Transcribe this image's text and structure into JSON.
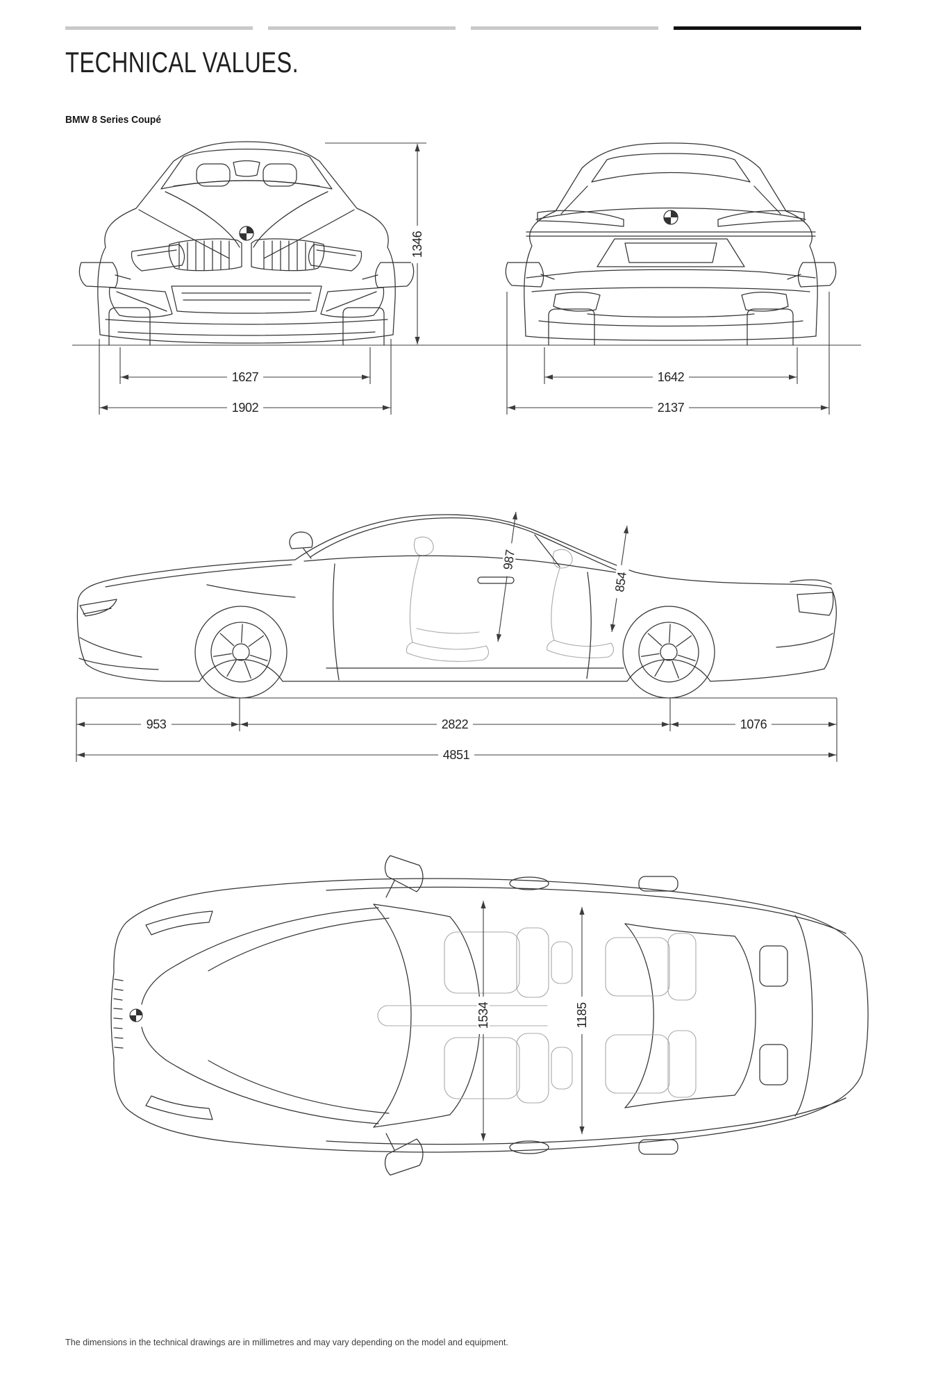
{
  "header": {
    "title": "TECHNICAL VALUES.",
    "subtitle": "BMW 8 Series Coupé",
    "pagination": {
      "bars": [
        {
          "active": false
        },
        {
          "active": false
        },
        {
          "active": false
        },
        {
          "active": true
        }
      ]
    }
  },
  "diagram": {
    "unit_note": "The dimensions in the technical drawings are in millimetres and may vary depending on the model and equipment.",
    "front_view": {
      "height": "1346",
      "track_width": "1627",
      "overall_width": "1902"
    },
    "rear_view": {
      "track_width": "1642",
      "width_incl_mirrors": "2137"
    },
    "side_view": {
      "front_headroom": "987",
      "rear_headroom": "854",
      "front_overhang": "953",
      "wheelbase": "2822",
      "rear_overhang": "1076",
      "overall_length": "4851"
    },
    "top_view": {
      "front_shoulder_width": "1534",
      "rear_shoulder_width": "1185"
    }
  },
  "colors": {
    "line": "#333333",
    "dimension": "#3c3c3c",
    "bar_inactive": "#c9c9c9",
    "bar_active": "#111111"
  }
}
